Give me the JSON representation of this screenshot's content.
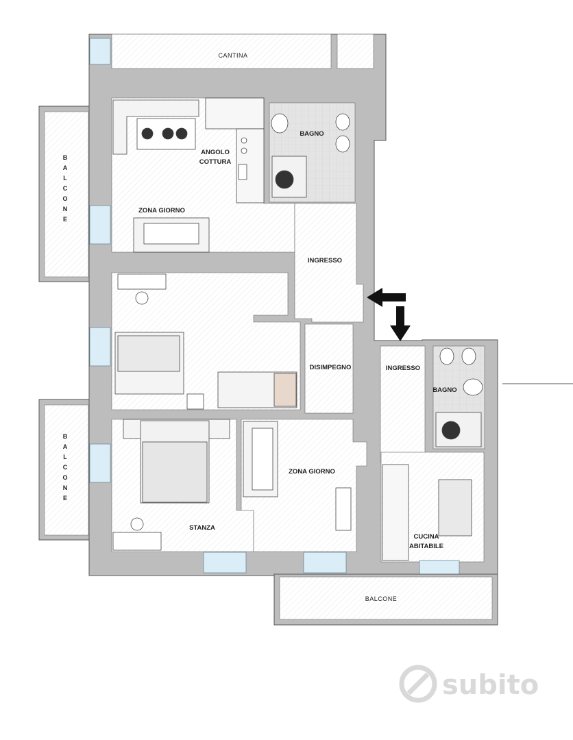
{
  "rooms": {
    "cantina": "CANTINA",
    "bagno_top": "BAGNO",
    "angolo_cottura": [
      "ANGOLO",
      "COTTURA"
    ],
    "zona_giorno_top": "ZONA GIORNO",
    "ingresso_top": "INGRESSO",
    "disimpegno": "DISIMPEGNO",
    "ingresso_right": "INGRESSO",
    "bagno_right": "BAGNO",
    "zona_giorno_bottom": "ZONA GIORNO",
    "stanza": "STANZA",
    "cucina_abitabile": [
      "CUCINA",
      "ABITABILE"
    ],
    "balcone_bottom": "BALCONE",
    "balcone_left_top": [
      "B",
      "A",
      "L",
      "C",
      "O",
      "N",
      "E"
    ],
    "balcone_left_bottom": [
      "B",
      "A",
      "L",
      "C",
      "O",
      "N",
      "E"
    ]
  },
  "watermark": "subito",
  "colors": {
    "wall": "#bdbdbd",
    "wall_stroke": "#555555",
    "floor": "#ffffff",
    "bath_floor": "#e6e6e6",
    "window": "#dbeef8",
    "arrow": "#111111",
    "watermark": "#d9d9d9"
  }
}
